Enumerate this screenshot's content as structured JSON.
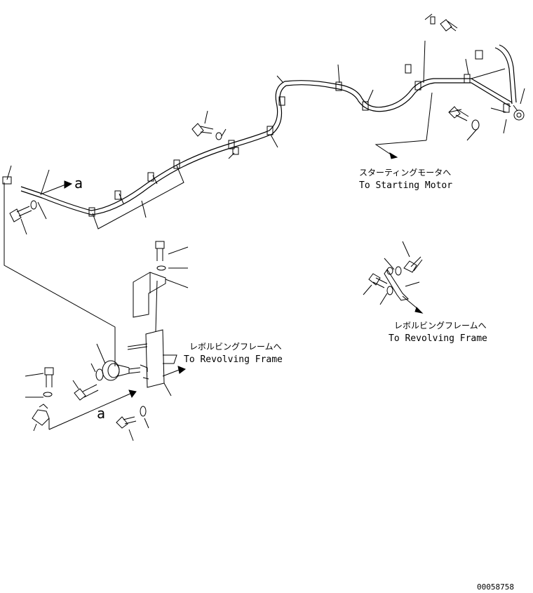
{
  "labels": {
    "starting_motor_jp": "スターティングモータへ",
    "starting_motor_en": "To Starting Motor",
    "revolving_frame_right_jp": "レボルビングフレームへ",
    "revolving_frame_right_en": "To Revolving Frame",
    "revolving_frame_center_jp": "レボルビングフレームへ",
    "revolving_frame_center_en": "To Revolving Frame",
    "detail_a_upper": "a",
    "detail_a_lower": "a"
  },
  "drawing_number": "00058758"
}
